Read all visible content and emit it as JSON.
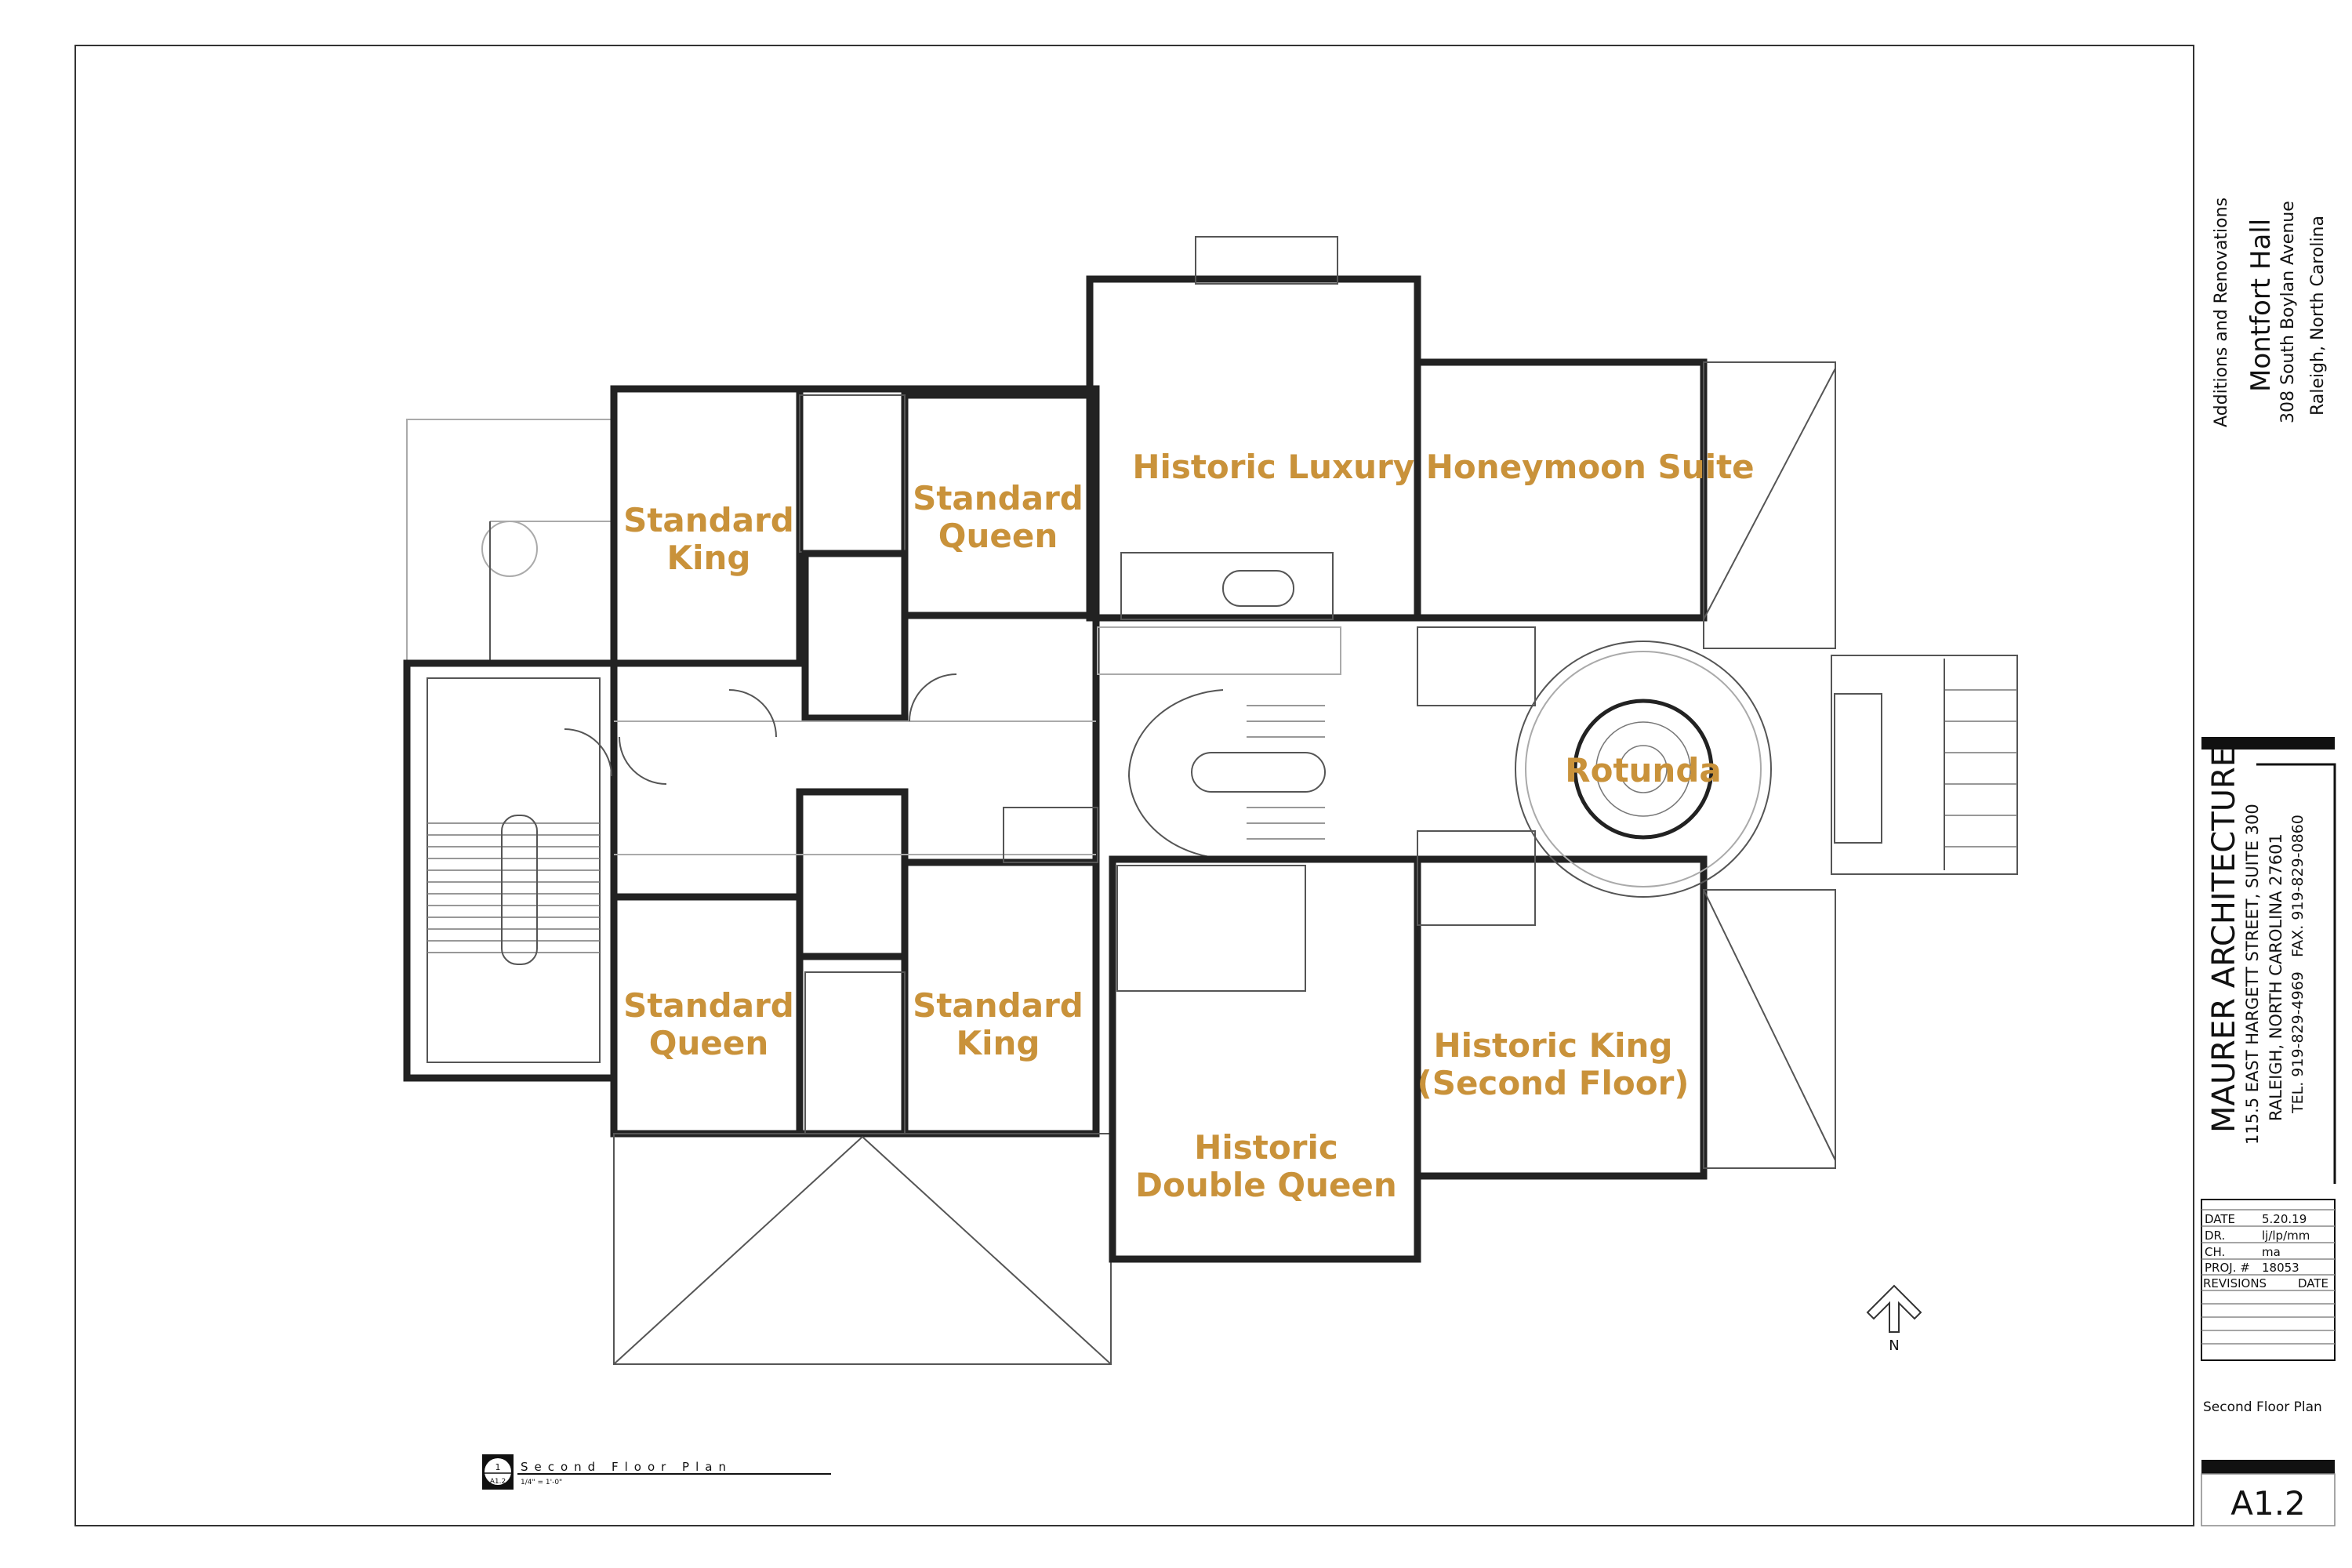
{
  "colors": {
    "label": "#C9923A",
    "line": "#222222"
  },
  "rooms": [
    {
      "lines": [
        "Standard",
        "King"
      ]
    },
    {
      "lines": [
        "Standard",
        "Queen"
      ]
    },
    {
      "lines": [
        "Historic Luxury Honeymoon Suite"
      ]
    },
    {
      "lines": [
        "Rotunda"
      ]
    },
    {
      "lines": [
        "Standard",
        "Queen"
      ]
    },
    {
      "lines": [
        "Standard",
        "King"
      ]
    },
    {
      "lines": [
        "Historic King",
        "(Second Floor)"
      ]
    },
    {
      "lines": [
        "Historic",
        "Double Queen"
      ]
    }
  ],
  "drawing_title": {
    "number": "1",
    "sheet": "A1.2",
    "title": "Second Floor Plan",
    "scale": "1/4\" = 1'-0\""
  },
  "north_arrow": {
    "label": "N"
  },
  "project": {
    "subtitle": "Additions and Renovations",
    "name": "Montfort Hall",
    "address1": "308 South Boylan Avenue",
    "address2": "Raleigh, North Carolina"
  },
  "firm": {
    "name": "MAURER ARCHITECTURE",
    "address1": "115.5 EAST HARGETT STREET, SUITE 300",
    "address2": "RALEIGH, NORTH CAROLINA 27601",
    "phone": "TEL. 919-829-4969   FAX. 919-829-0860"
  },
  "sheet_info": [
    {
      "label": "DATE",
      "value": "5.20.19"
    },
    {
      "label": "DR.",
      "value": "lj/lp/mm"
    },
    {
      "label": "CH.",
      "value": "ma"
    },
    {
      "label": "PROJ. #",
      "value": "18053"
    }
  ],
  "revisions": {
    "label": "REVISIONS",
    "date_label": "DATE"
  },
  "sheet_title": "Second Floor Plan",
  "sheet_number": "A1.2"
}
